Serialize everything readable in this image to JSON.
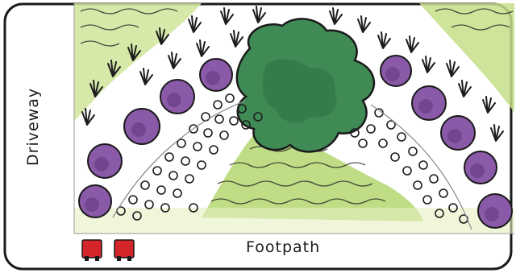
{
  "labels": {
    "driveway": "Driveway",
    "footpath": "Footpath"
  },
  "colors": {
    "frame_stroke": "#1a1a1a",
    "lawn_green": "#b9d97a",
    "lawn_light": "#d8eaa6",
    "shrub_fill": "#3f8a55",
    "shrub_dark": "#2c6b40",
    "purple_plant": "#8a5aa8",
    "purple_dark": "#5b3477",
    "brick_red": "#d4252b",
    "grass_tuft": "#1c1c1c"
  },
  "legend_items": [
    "red-brick",
    "red-brick"
  ],
  "plan": {
    "central_shrub": "dark-green-bush",
    "groundcover": "pebble-circles",
    "edging_plants": "purple-shrubs",
    "ornamental_grass": "black-grass-tufts",
    "lawn": "hatched-green-lawn"
  }
}
